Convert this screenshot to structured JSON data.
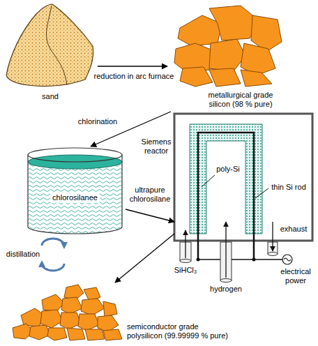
{
  "diagram": {
    "nodes": [
      {
        "text": [
          "sand"
        ]
      },
      {
        "text": [
          "metallurgical grade silicon (98 % pure)"
        ]
      },
      {
        "text": [
          "chlorosilanee"
        ]
      },
      {
        "text": [
          "Siemens reactor"
        ]
      },
      {
        "text": [
          "semiconductor grade polysilicon (99.99999 % pure)"
        ]
      }
    ],
    "edges": [
      {
        "from": 0,
        "to": 1,
        "arrow": "to",
        "label": "reduction in arc furnace"
      },
      {
        "from": 1,
        "to": 2,
        "arrow": "to",
        "label": "chlorination"
      },
      {
        "from": 2,
        "to": 3,
        "arrow": "to",
        "label": "ultrapure chlorosilane"
      },
      {
        "from": 3,
        "to": 4,
        "arrow": "to"
      }
    ],
    "labels": [
      "distillation",
      "poly-Si",
      "thin Si rod",
      "SiHCl₃",
      "hydrogen",
      "exhaust",
      "electrical power"
    ]
  }
}
